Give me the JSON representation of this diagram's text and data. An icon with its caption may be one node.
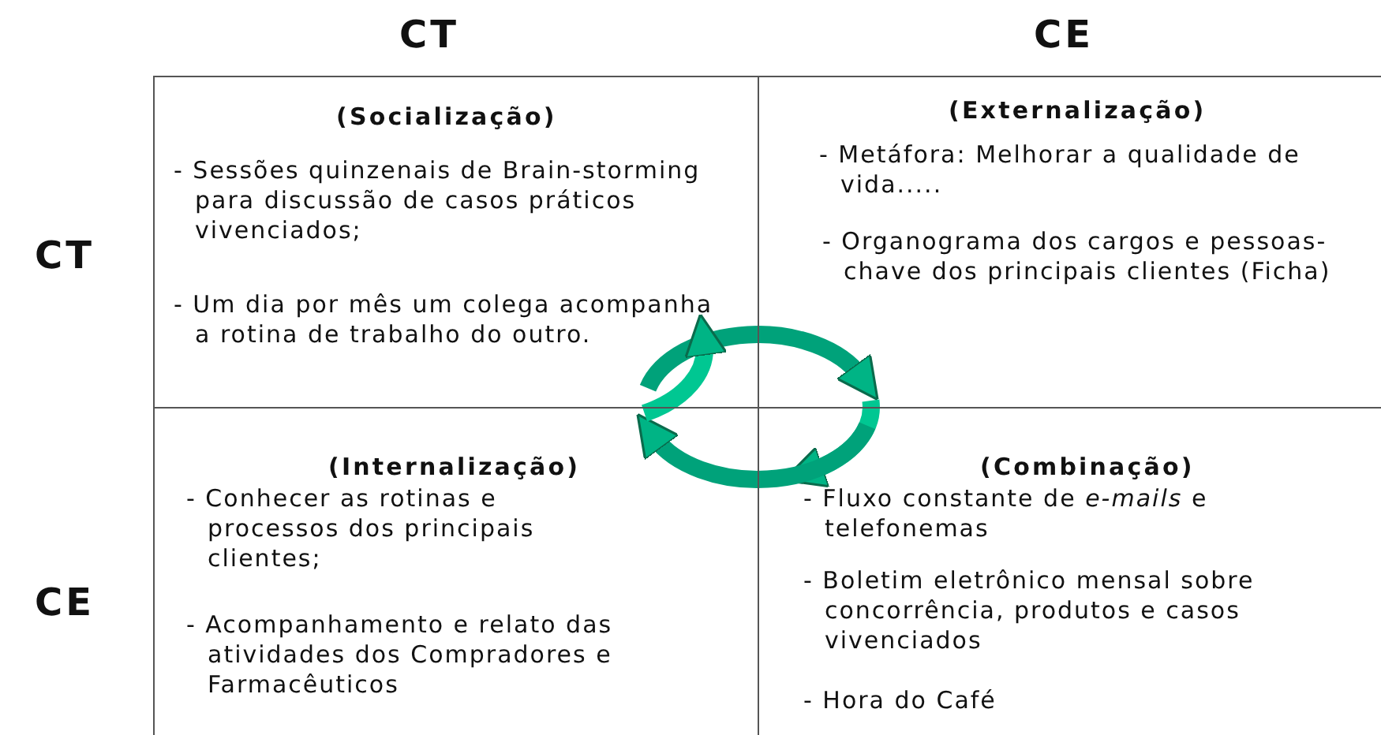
{
  "diagram": {
    "nodes": [
      {
        "text": [
          "(Socialização)",
          "- Sessões quinzenais de Brain-storming para discussão de casos práticos vivenciados;",
          "- Um dia por mês um colega acompanha a rotina de trabalho do outro."
        ]
      },
      {
        "text": [
          "(Externalização)",
          "- Metáfora: Melhorar a qualidade de vida.....",
          "- Organograma dos cargos e pessoas-chave dos principais clientes (Ficha)"
        ]
      },
      {
        "text": [
          "(Internalização)",
          "- Conhecer as rotinas e processos dos principais clientes;",
          "- Acompanhamento e relato das atividades dos Compradores e Farmacêuticos"
        ]
      },
      {
        "text": [
          "(Combinação)",
          "- Fluxo constante de *e-mails* e telefonemas",
          "- Boletim eletrônico mensal sobre concorrência, produtos e casos vivenciados",
          "- Hora do Café"
        ]
      }
    ],
    "edges": [
      {
        "from": 0,
        "to": 1,
        "arrow": "to"
      },
      {
        "from": 1,
        "to": 3,
        "arrow": "to"
      },
      {
        "from": 3,
        "to": 2,
        "arrow": "to"
      },
      {
        "from": 2,
        "to": 0,
        "arrow": "to"
      }
    ],
    "labels": [
      "CT",
      "CE",
      "CT",
      "CE"
    ]
  }
}
